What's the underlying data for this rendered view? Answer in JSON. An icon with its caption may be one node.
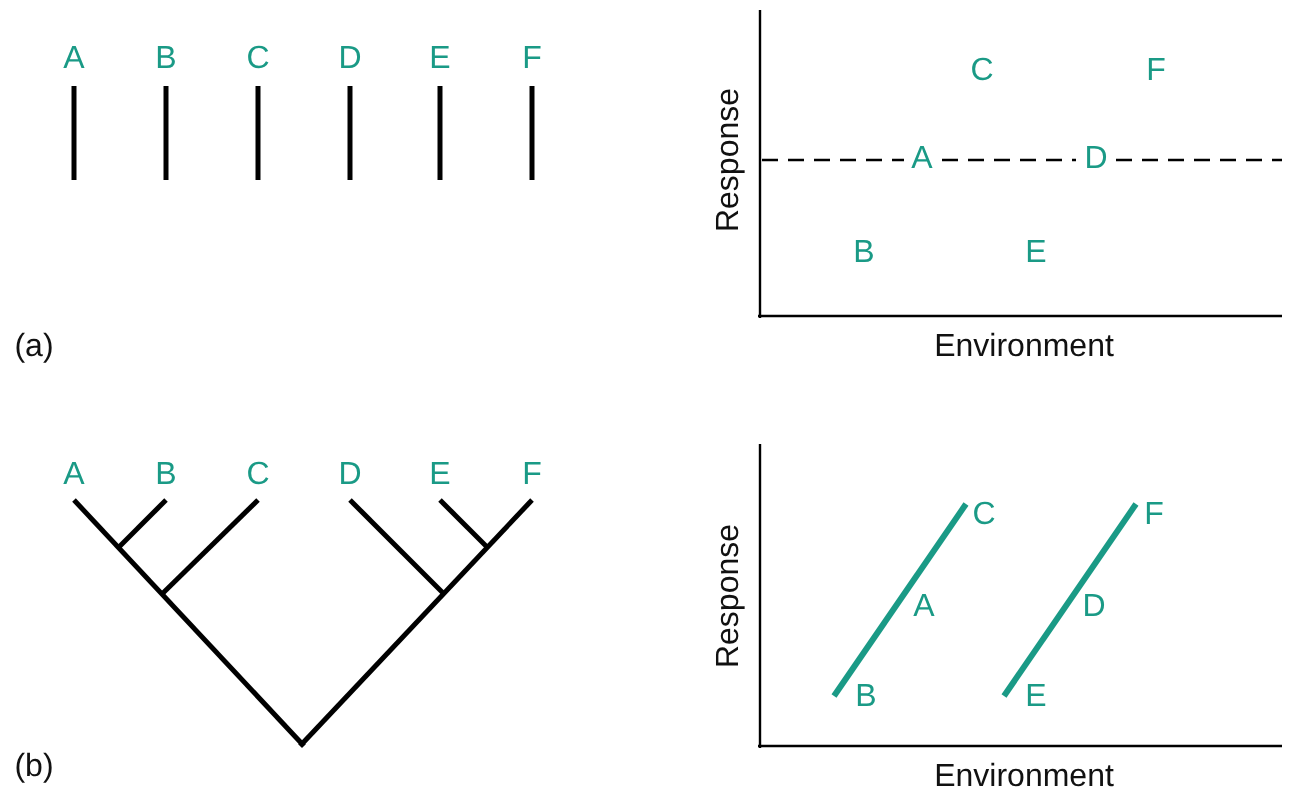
{
  "diagram": {
    "labels": [
      "A",
      "B",
      "C",
      "D",
      "E",
      "F",
      "Response",
      "C",
      "F",
      "A",
      "D",
      "B",
      "E",
      "(a)",
      "Environment",
      "A",
      "B",
      "C",
      "D",
      "E",
      "F",
      "Response",
      "C",
      "F",
      "A",
      "D",
      "B",
      "E",
      "(b)",
      "Environment"
    ]
  }
}
